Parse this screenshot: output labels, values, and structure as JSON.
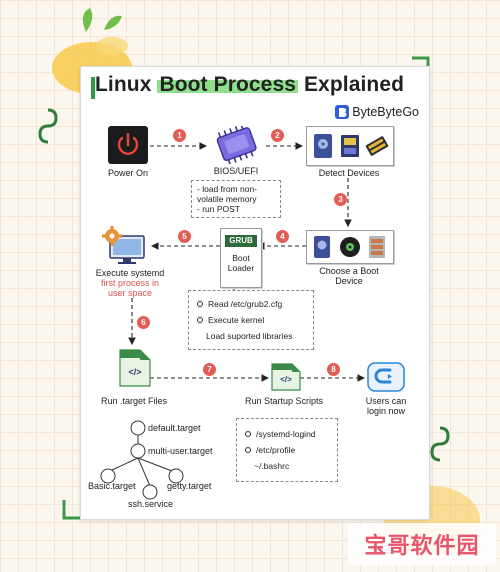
{
  "title_part1": "Linux ",
  "title_part2": "Boot Process",
  "title_part3": " Explained",
  "brand": "ByteByteGo",
  "steps": {
    "power_on": "Power On",
    "bios": "BIOS/UEFI",
    "detect": "Detect Devices",
    "choose_line1": "Choose a Boot",
    "choose_line2": "Device",
    "grub_badge": "GRUB",
    "boot_loader_line1": "Boot",
    "boot_loader_line2": "Loader",
    "systemd": "Execute systemd",
    "systemd_sub1": "first process in",
    "systemd_sub2": "user space",
    "target_files": "Run .target Files",
    "startup": "Run Startup Scripts",
    "login_line1": "Users can",
    "login_line2": "login now"
  },
  "numbers": [
    "1",
    "2",
    "3",
    "4",
    "5",
    "6",
    "7",
    "8"
  ],
  "bios_notes": [
    "- load from non-",
    "volatile memory",
    "- run POST"
  ],
  "grub_notes": [
    "Read /etc/grub2.cfg",
    "Execute kernel",
    "Load suported libraries"
  ],
  "targets": {
    "default": "default.target",
    "multi_user": "multi-user.target",
    "basic": "Basic.target",
    "getty": "getty.target",
    "ssh": "ssh.service"
  },
  "scripts": [
    "/systemd-logind",
    "/etc/profile",
    "~/.bashrc"
  ],
  "code_glyph": "</>",
  "watermark": "宝哥软件园",
  "colors": {
    "accent_green": "#2b9b48",
    "badge_red": "#e25d55",
    "highlight": "#8fe08c",
    "purple_chip": "#7b6be0"
  }
}
